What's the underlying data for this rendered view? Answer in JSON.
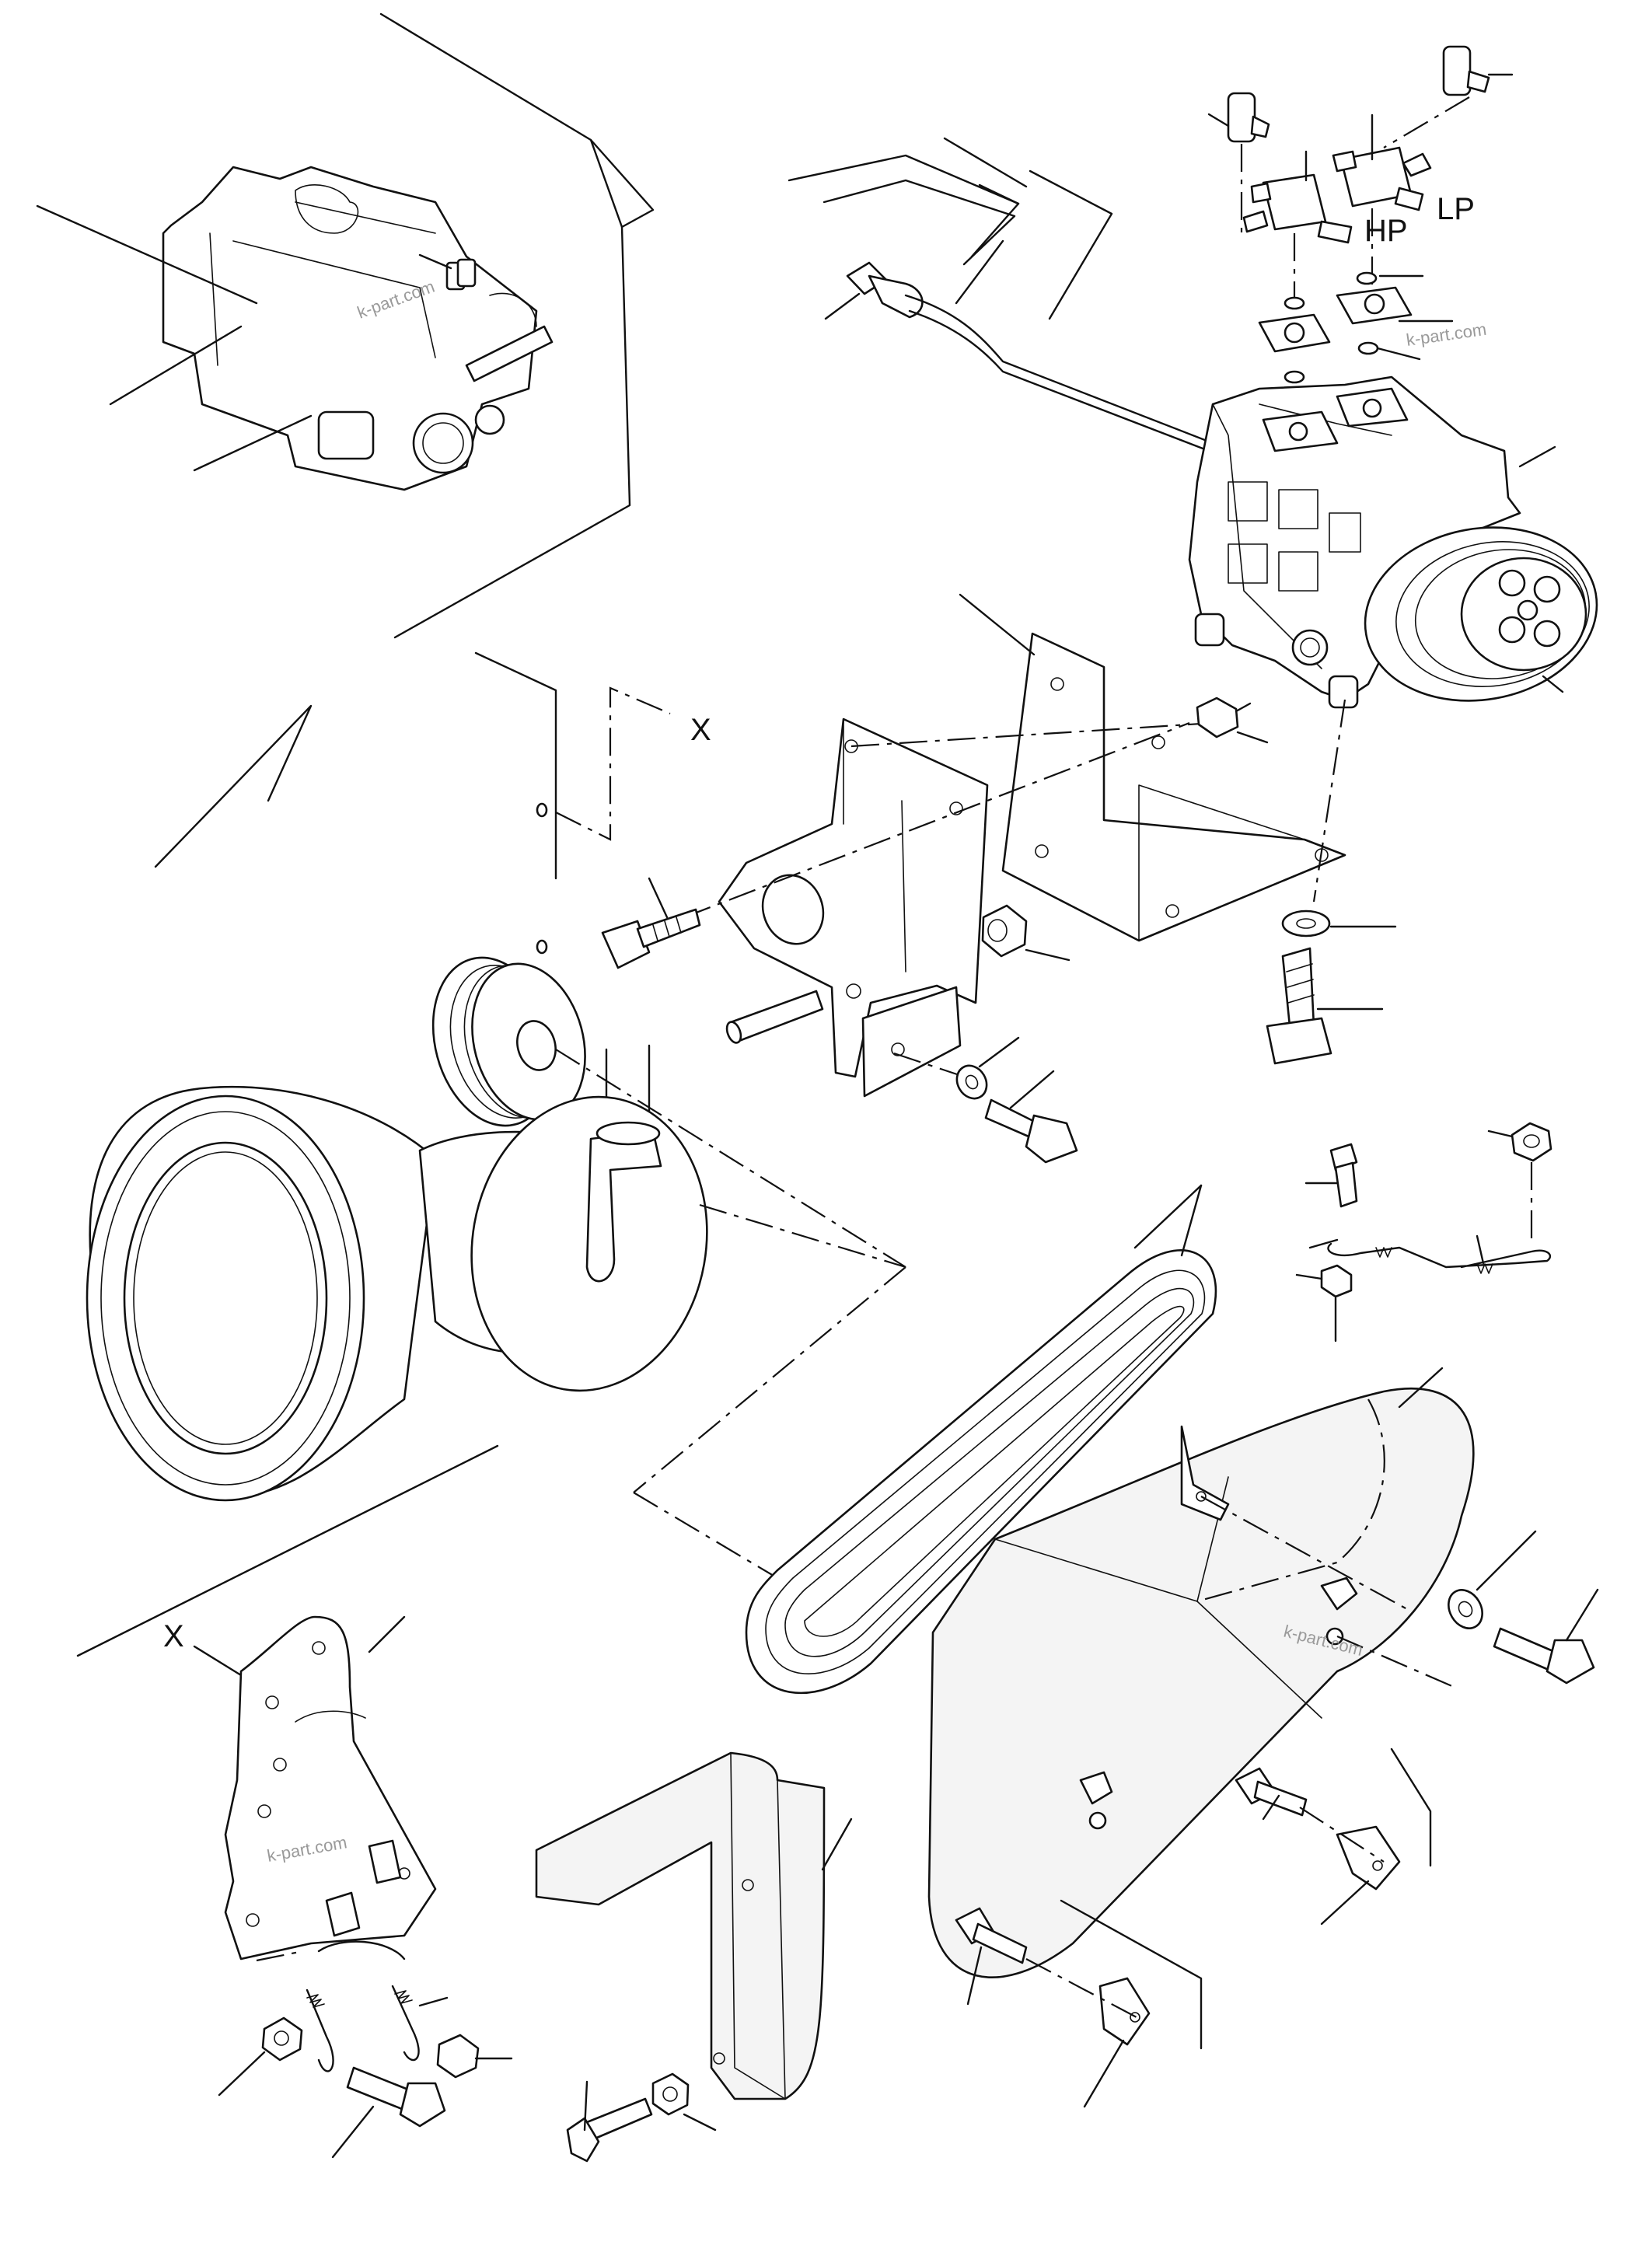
{
  "labels": {
    "lp": "LP",
    "hp": "HP",
    "x_top": "X",
    "x_bottom": "X"
  },
  "watermarks": [
    "k-part.com",
    "k-part.com",
    "k-part.com",
    "k-part.com"
  ]
}
